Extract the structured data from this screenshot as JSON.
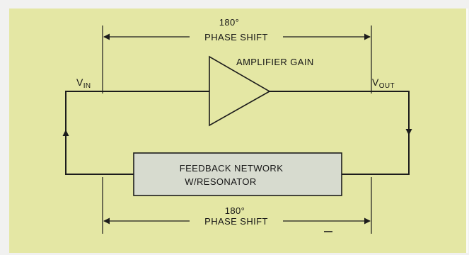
{
  "colors": {
    "panel_background": "#e4e7a4",
    "feedback_box_fill": "#d7dbcf",
    "line_color": "#1c1c1c"
  },
  "labels": {
    "top_angle": "180°",
    "top_phase_shift": "PHASE SHIFT",
    "amplifier_gain": "AMPLIFIER GAIN",
    "v_in_main": "V",
    "v_in_sub": "IN",
    "v_out_main": "V",
    "v_out_sub": "OUT",
    "feedback_line1": "FEEDBACK NETWORK",
    "feedback_line2": "W/RESONATOR",
    "bottom_angle": "180°",
    "bottom_phase_shift": "PHASE SHIFT"
  }
}
